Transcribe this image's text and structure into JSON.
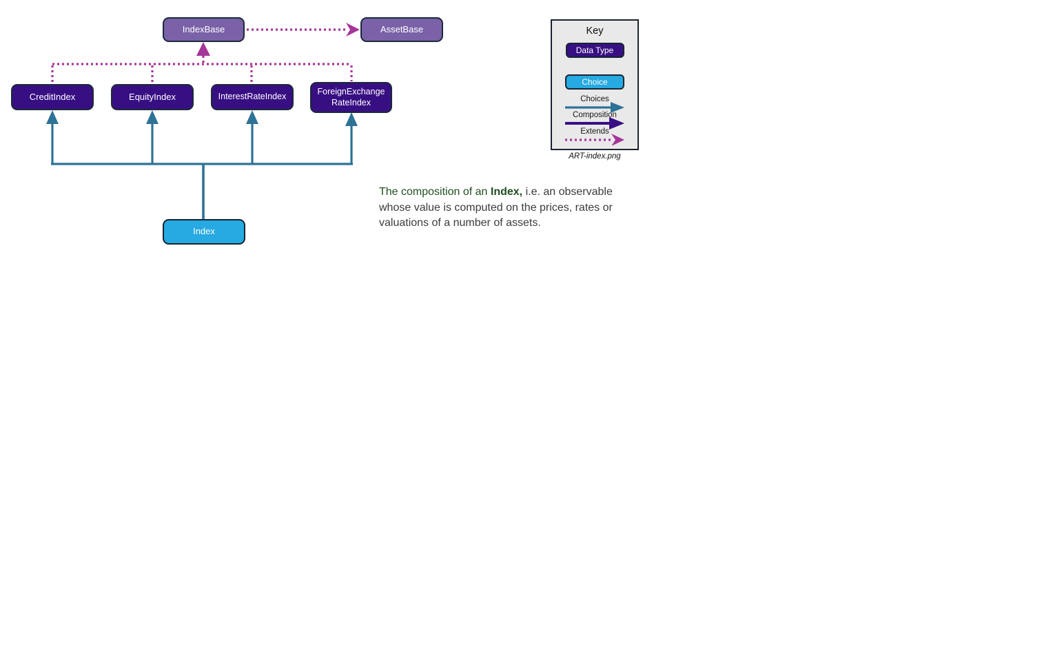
{
  "nodes": {
    "index_base": "IndexBase",
    "asset_base": "AssetBase",
    "credit_index": "CreditIndex",
    "equity_index": "EquityIndex",
    "interest_rate_index": "InterestRateIndex",
    "foreign_exchange_line1": "ForeignExchange",
    "foreign_exchange_line2": "RateIndex",
    "index": "Index"
  },
  "key": {
    "title": "Key",
    "data_type_label": "Data Type",
    "choice_label": "Choice",
    "choices_label": "Choices",
    "composition_label": "Composition",
    "extends_label": "Extends",
    "caption": "ART-index.png"
  },
  "description": {
    "lead": "The composition of an ",
    "term": "Index",
    "separator": ",",
    "body": " i.e. an observable whose value is computed on the prices, rates or valuations of a number of assets",
    "period": "."
  },
  "colors": {
    "data_type_fill": "#380F83",
    "choice_fill": "#27A9E1",
    "base_type_fill": "#7A61A8",
    "node_border": "#1B2A38",
    "choices_arrow": "#2E7296",
    "composition_arrow": "#380F83",
    "extends_arrow": "#A53599",
    "key_background": "#E9E9E9",
    "description_green": "#1F4E20",
    "description_gray": "#3B3B3B"
  }
}
